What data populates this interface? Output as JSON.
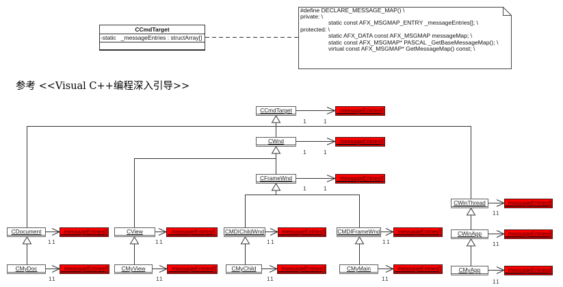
{
  "top_class": {
    "name": "CCmdTarget",
    "attribute": "-static   _messageEntries : structArray[]"
  },
  "note": {
    "lines": [
      "#define DECLARE_MESSAGE_MAP() \\",
      "private: \\",
      "static const AFX_MSGMAP_ENTRY _messageEntries[]; \\",
      "protected: \\",
      "static AFX_DATA const AFX_MSGMAP messageMap; \\",
      "static const AFX_MSGMAP* PASCAL _GetBaseMessageMap(); \\",
      "virtual const AFX_MSGMAP* GetMessageMap() const; \\"
    ]
  },
  "reference_title": "参考 <<Visual C++编程深入引导>>",
  "diagram": {
    "classes": [
      {
        "name": "CCmdTarget",
        "member": "_messageEntries[]",
        "multiplicity": [
          "1",
          "1"
        ]
      },
      {
        "name": "CWnd",
        "member": "_messageEntries[]",
        "multiplicity": [
          "1",
          "1"
        ]
      },
      {
        "name": "CFrameWnd",
        "member": "_messageEntries[]",
        "multiplicity": [
          "1",
          "1"
        ]
      },
      {
        "name": "CDocument",
        "member": "_messageEntries[]",
        "multiplicity": [
          "1",
          "1"
        ]
      },
      {
        "name": "CView",
        "member": "_messageEntries[]",
        "multiplicity": [
          "1",
          "1"
        ]
      },
      {
        "name": "CMDIChildWnd",
        "member": "_messageEntries[]",
        "multiplicity": [
          "1",
          "1"
        ]
      },
      {
        "name": "CMDIFrameWnd",
        "member": "_messageEntries[]",
        "multiplicity": [
          "1",
          "1"
        ]
      },
      {
        "name": "CWinThread",
        "member": "_messageEntries[]",
        "multiplicity": [
          "1",
          "1"
        ]
      },
      {
        "name": "CWinApp",
        "member": "_messageEntries[]",
        "multiplicity": [
          "1",
          "1"
        ]
      },
      {
        "name": "CMyApp",
        "member": "_messageEntries[]",
        "multiplicity": [
          "1",
          "1"
        ]
      },
      {
        "name": "CMyDoc",
        "member": "_messageEntries[]",
        "multiplicity": [
          "1",
          "1"
        ]
      },
      {
        "name": "CMyView",
        "member": "_messageEntries[]",
        "multiplicity": [
          "1",
          "1"
        ]
      },
      {
        "name": "CMyChild",
        "member": "_messageEntries[]",
        "multiplicity": [
          "1",
          "1"
        ]
      },
      {
        "name": "CMyMain",
        "member": "_messageEntries[]",
        "multiplicity": [
          "1",
          "1"
        ]
      }
    ]
  },
  "colors": {
    "member_fill": "#ff0000",
    "member_border": "#4a1414",
    "line": "#333333"
  }
}
